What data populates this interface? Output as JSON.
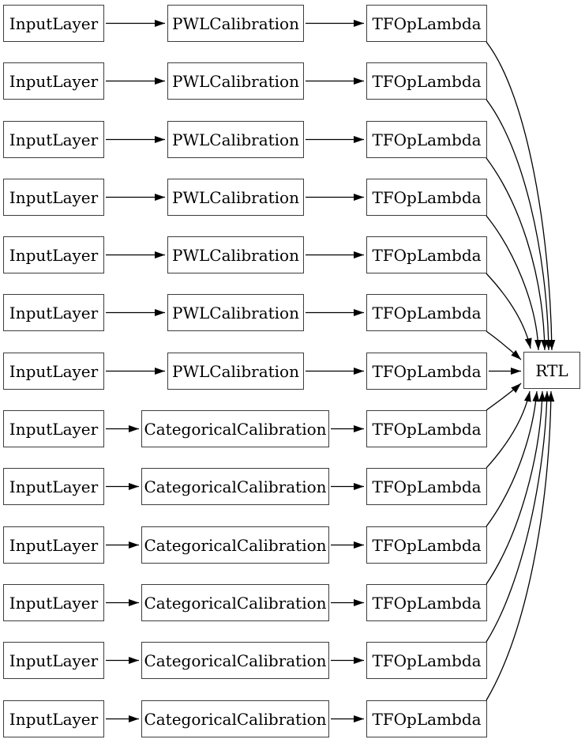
{
  "diagram": {
    "type": "model-architecture-graph",
    "rows": [
      {
        "input": "InputLayer",
        "calibration": "PWLCalibration",
        "op": "TFOpLambda"
      },
      {
        "input": "InputLayer",
        "calibration": "PWLCalibration",
        "op": "TFOpLambda"
      },
      {
        "input": "InputLayer",
        "calibration": "PWLCalibration",
        "op": "TFOpLambda"
      },
      {
        "input": "InputLayer",
        "calibration": "PWLCalibration",
        "op": "TFOpLambda"
      },
      {
        "input": "InputLayer",
        "calibration": "PWLCalibration",
        "op": "TFOpLambda"
      },
      {
        "input": "InputLayer",
        "calibration": "PWLCalibration",
        "op": "TFOpLambda"
      },
      {
        "input": "InputLayer",
        "calibration": "PWLCalibration",
        "op": "TFOpLambda"
      },
      {
        "input": "InputLayer",
        "calibration": "CategoricalCalibration",
        "op": "TFOpLambda"
      },
      {
        "input": "InputLayer",
        "calibration": "CategoricalCalibration",
        "op": "TFOpLambda"
      },
      {
        "input": "InputLayer",
        "calibration": "CategoricalCalibration",
        "op": "TFOpLambda"
      },
      {
        "input": "InputLayer",
        "calibration": "CategoricalCalibration",
        "op": "TFOpLambda"
      },
      {
        "input": "InputLayer",
        "calibration": "CategoricalCalibration",
        "op": "TFOpLambda"
      },
      {
        "input": "InputLayer",
        "calibration": "CategoricalCalibration",
        "op": "TFOpLambda"
      }
    ],
    "output_node": {
      "label": "RTL"
    },
    "fan_in_target": "RTL",
    "colors": {
      "background": "#ffffff",
      "node_fill": "#ffffff",
      "node_border": "#3d3d3d",
      "edge": "#000000",
      "text": "#000000"
    }
  }
}
